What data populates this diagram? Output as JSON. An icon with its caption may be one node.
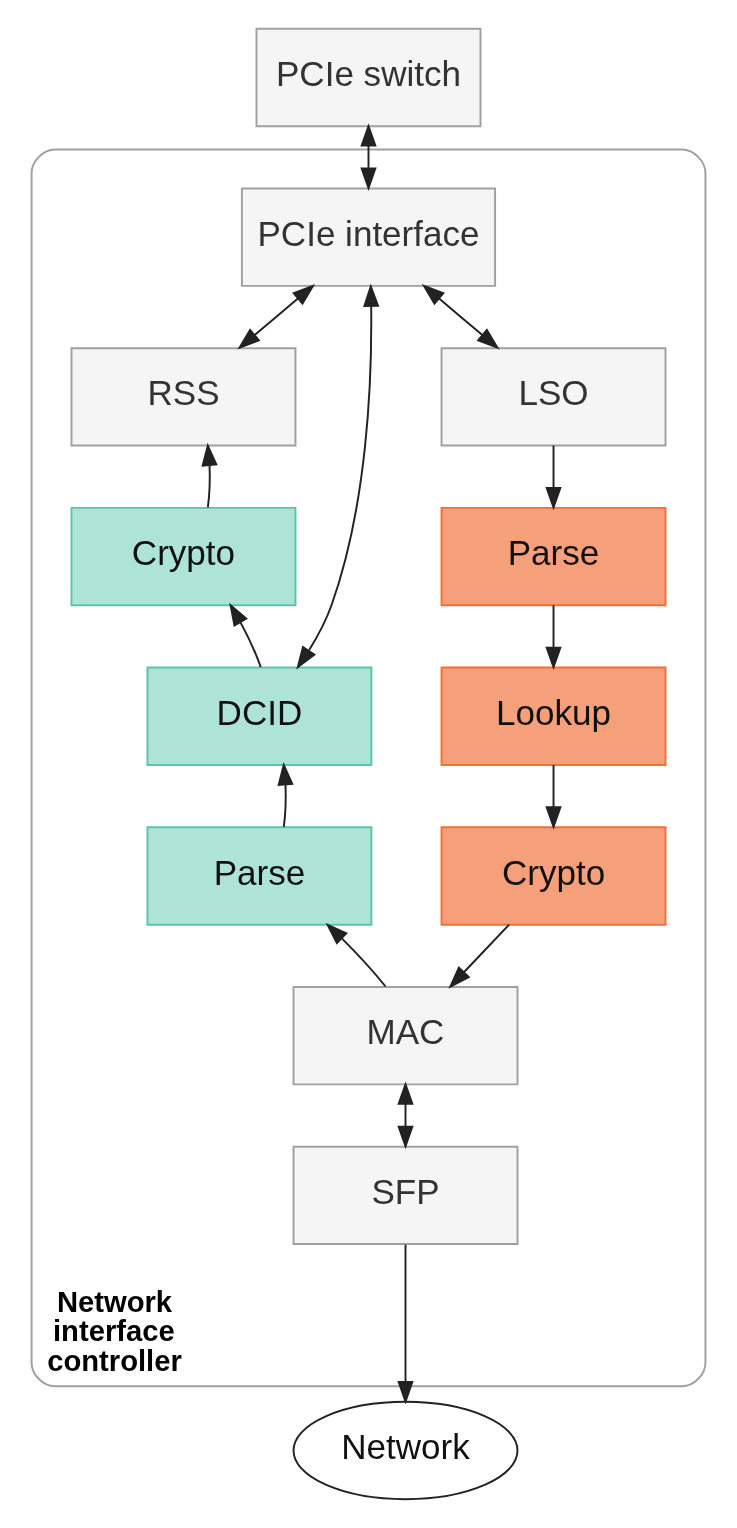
{
  "diagram": {
    "nodes": [
      {
        "text": [
          "PCIe switch"
        ]
      },
      {
        "text": [
          "Network interface controller"
        ]
      },
      {
        "text": [
          "PCIe interface"
        ],
        "in": 1
      },
      {
        "text": [
          "RSS"
        ],
        "in": 1
      },
      {
        "text": [
          "LSO"
        ],
        "in": 1
      },
      {
        "text": [
          "Crypto"
        ],
        "in": 1
      },
      {
        "text": [
          "Parse"
        ],
        "in": 1
      },
      {
        "text": [
          "DCID"
        ],
        "in": 1
      },
      {
        "text": [
          "Lookup"
        ],
        "in": 1
      },
      {
        "text": [
          "Parse"
        ],
        "in": 1
      },
      {
        "text": [
          "Crypto"
        ],
        "in": 1
      },
      {
        "text": [
          "MAC"
        ],
        "in": 1
      },
      {
        "text": [
          "SFP"
        ],
        "in": 1
      },
      {
        "text": [
          "Network"
        ]
      }
    ],
    "edges": [
      {
        "from": 0,
        "to": 2,
        "arrow": "both"
      },
      {
        "from": 2,
        "to": 3,
        "arrow": "both"
      },
      {
        "from": 2,
        "to": 7,
        "arrow": "both"
      },
      {
        "from": 2,
        "to": 4,
        "arrow": "both"
      },
      {
        "from": 4,
        "to": 6,
        "arrow": "to"
      },
      {
        "from": 6,
        "to": 8,
        "arrow": "to"
      },
      {
        "from": 8,
        "to": 10,
        "arrow": "to"
      },
      {
        "from": 10,
        "to": 11,
        "arrow": "to"
      },
      {
        "from": 11,
        "to": 9,
        "arrow": "to"
      },
      {
        "from": 9,
        "to": 7,
        "arrow": "to"
      },
      {
        "from": 7,
        "to": 5,
        "arrow": "to"
      },
      {
        "from": 5,
        "to": 3,
        "arrow": "to"
      },
      {
        "from": 11,
        "to": 12,
        "arrow": "both"
      },
      {
        "from": 12,
        "to": 13,
        "arrow": "to"
      }
    ]
  }
}
